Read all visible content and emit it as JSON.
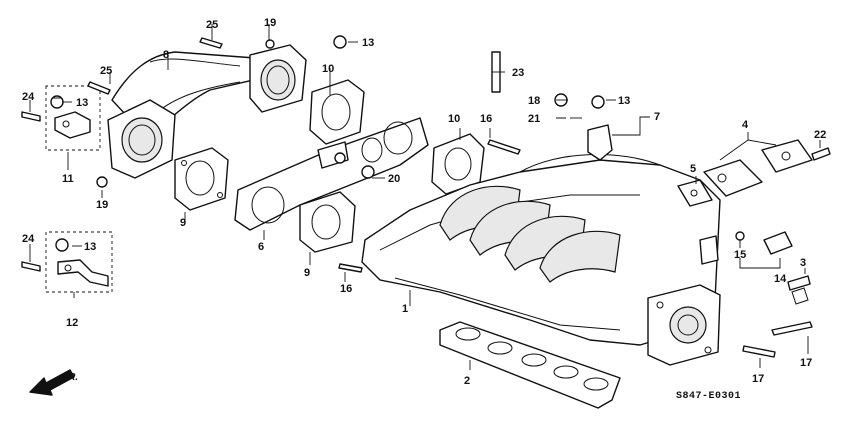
{
  "callouts": {
    "c1": "1",
    "c2": "2",
    "c3": "3",
    "c4": "4",
    "c5": "5",
    "c6": "6",
    "c7": "7",
    "c8": "8",
    "c9a": "9",
    "c9b": "9",
    "c10a": "10",
    "c10b": "10",
    "c11": "11",
    "c12": "12",
    "c13a": "13",
    "c13b": "13",
    "c13c": "13",
    "c13d": "13",
    "c14": "14",
    "c15": "15",
    "c16a": "16",
    "c16b": "16",
    "c17a": "17",
    "c17b": "17",
    "c18": "18",
    "c19a": "19",
    "c19b": "19",
    "c20": "20",
    "c21": "21",
    "c22": "22",
    "c23": "23",
    "c24a": "24",
    "c24b": "24",
    "c25a": "25",
    "c25b": "25"
  },
  "direction_label": "FR.",
  "diagram_code": "S847-E0301"
}
